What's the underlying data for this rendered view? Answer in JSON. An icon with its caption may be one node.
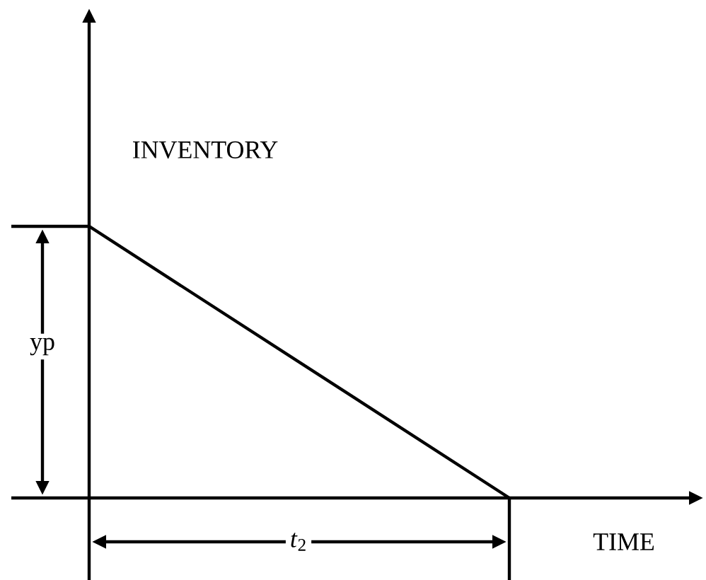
{
  "diagram": {
    "labels": [
      "INVENTORY",
      "yp",
      "*t*$_{2}$",
      "TIME"
    ]
  }
}
